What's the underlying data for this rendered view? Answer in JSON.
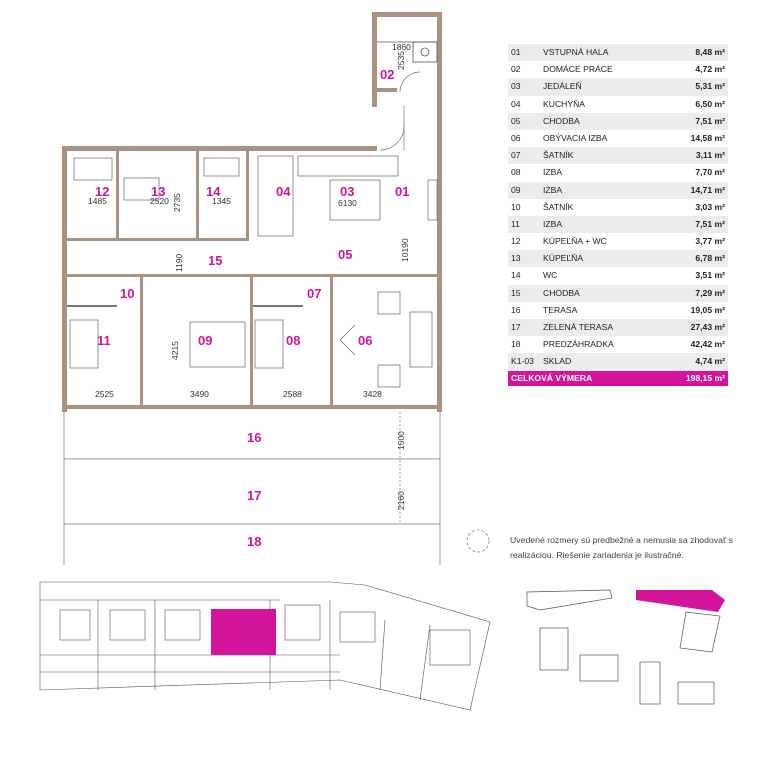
{
  "rooms": [
    {
      "num": "01",
      "name": "VSTUPNÁ HALA",
      "area": "8,48 m²"
    },
    {
      "num": "02",
      "name": "DOMÁCE PRÁCE",
      "area": "4,72 m²"
    },
    {
      "num": "03",
      "name": "JEDÁLEŇ",
      "area": "5,31 m²"
    },
    {
      "num": "04",
      "name": "KUCHYŇA",
      "area": "6,50 m²"
    },
    {
      "num": "05",
      "name": "CHODBA",
      "area": "7,51 m²"
    },
    {
      "num": "06",
      "name": "OBÝVACIA IZBA",
      "area": "14,58 m²"
    },
    {
      "num": "07",
      "name": "ŠATNÍK",
      "area": "3,11 m²"
    },
    {
      "num": "08",
      "name": "IZBA",
      "area": "7,70 m²"
    },
    {
      "num": "09",
      "name": "IZBA",
      "area": "14,71 m²"
    },
    {
      "num": "10",
      "name": "ŠATNÍK",
      "area": "3,03 m²"
    },
    {
      "num": "11",
      "name": "IZBA",
      "area": "7,51 m²"
    },
    {
      "num": "12",
      "name": "KÚPEĽŇA + WC",
      "area": "3,77 m²"
    },
    {
      "num": "13",
      "name": "KÚPEĽŇA",
      "area": "6,78 m²"
    },
    {
      "num": "14",
      "name": "WC",
      "area": "3,51 m²"
    },
    {
      "num": "15",
      "name": "CHODBA",
      "area": "7,29 m²"
    },
    {
      "num": "16",
      "name": "TERASA",
      "area": "19,05 m²"
    },
    {
      "num": "17",
      "name": "ZELENÁ TERASA",
      "area": "27,43 m²"
    },
    {
      "num": "18",
      "name": "PREDZÁHRADKA",
      "area": "42,42 m²"
    },
    {
      "num": "K1-03",
      "name": "SKLAD",
      "area": "4,74 m²"
    }
  ],
  "total": {
    "label": "CELKOVÁ VÝMERA",
    "area": "198,15 m²"
  },
  "note": "Uvedené rozmery sú predbežné a nemusia sa zhodovať s realizáciou. Riešenie zariadenia je ilustračné.",
  "plan_labels": {
    "r01": "01",
    "r02": "02",
    "r03": "03",
    "r04": "04",
    "r05": "05",
    "r06": "06",
    "r07": "07",
    "r08": "08",
    "r09": "09",
    "r10": "10",
    "r11": "11",
    "r12": "12",
    "r13": "13",
    "r14": "14",
    "r15": "15",
    "r16": "16",
    "r17": "17",
    "r18": "18"
  },
  "dimensions": {
    "d1860": "1860",
    "d2535": "2535",
    "d1485": "1485",
    "d2520": "2520",
    "d2735": "2735",
    "d1345": "1345",
    "d6130": "6130",
    "d1190": "1190",
    "d10190": "10190",
    "d4215": "4215",
    "d2525": "2525",
    "d3490": "3490",
    "d2588": "2588",
    "d3428": "3428",
    "d1500": "1500",
    "d2160": "2160"
  },
  "colors": {
    "accent": "#d4149a",
    "wall": "#a99282",
    "stripe": "#ececec"
  },
  "icons": {
    "compass": "north-arrow-icon"
  }
}
